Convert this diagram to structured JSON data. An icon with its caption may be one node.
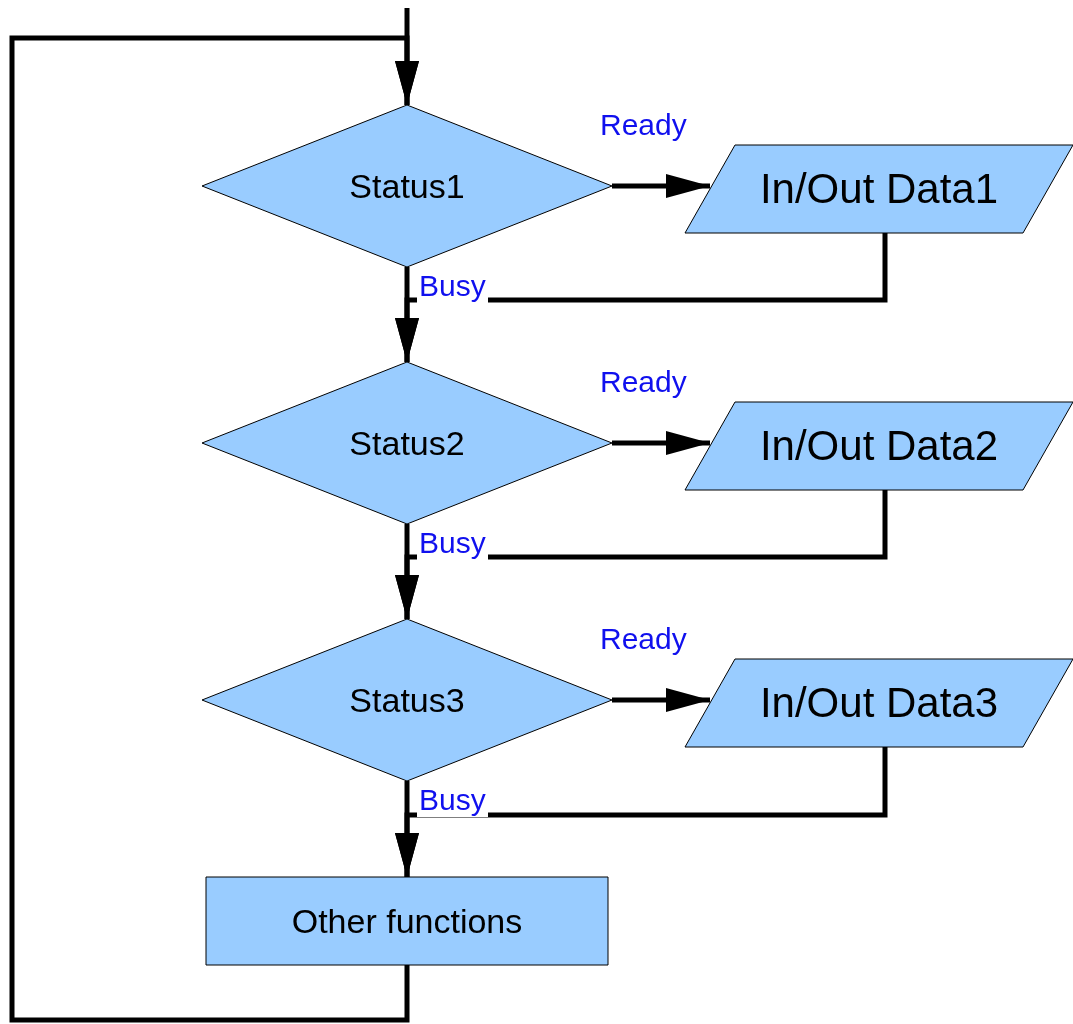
{
  "diagram": {
    "nodes": [
      {
        "text": [
          "Status1"
        ]
      },
      {
        "text": [
          "In/Out Data1"
        ]
      },
      {
        "text": [
          "Status2"
        ]
      },
      {
        "text": [
          "In/Out Data2"
        ]
      },
      {
        "text": [
          "Status3"
        ]
      },
      {
        "text": [
          "In/Out Data3"
        ]
      },
      {
        "text": [
          "Other functions"
        ]
      }
    ],
    "edges": [
      {
        "from": null,
        "to": 0,
        "arrow": "to"
      },
      {
        "from": 6,
        "to": 0,
        "arrow": "to"
      },
      {
        "from": 0,
        "to": 1,
        "arrow": "to",
        "label": "Ready"
      },
      {
        "from": 0,
        "to": 2,
        "arrow": "to",
        "label": "Busy"
      },
      {
        "from": 1,
        "to": 2,
        "arrow": "to"
      },
      {
        "from": 2,
        "to": 3,
        "arrow": "to",
        "label": "Ready"
      },
      {
        "from": 2,
        "to": 4,
        "arrow": "to",
        "label": "Busy"
      },
      {
        "from": 3,
        "to": 4,
        "arrow": "to"
      },
      {
        "from": 4,
        "to": 5,
        "arrow": "to",
        "label": "Ready"
      },
      {
        "from": 4,
        "to": 6,
        "arrow": "to",
        "label": "Busy"
      },
      {
        "from": 5,
        "to": 6,
        "arrow": "to"
      }
    ]
  }
}
